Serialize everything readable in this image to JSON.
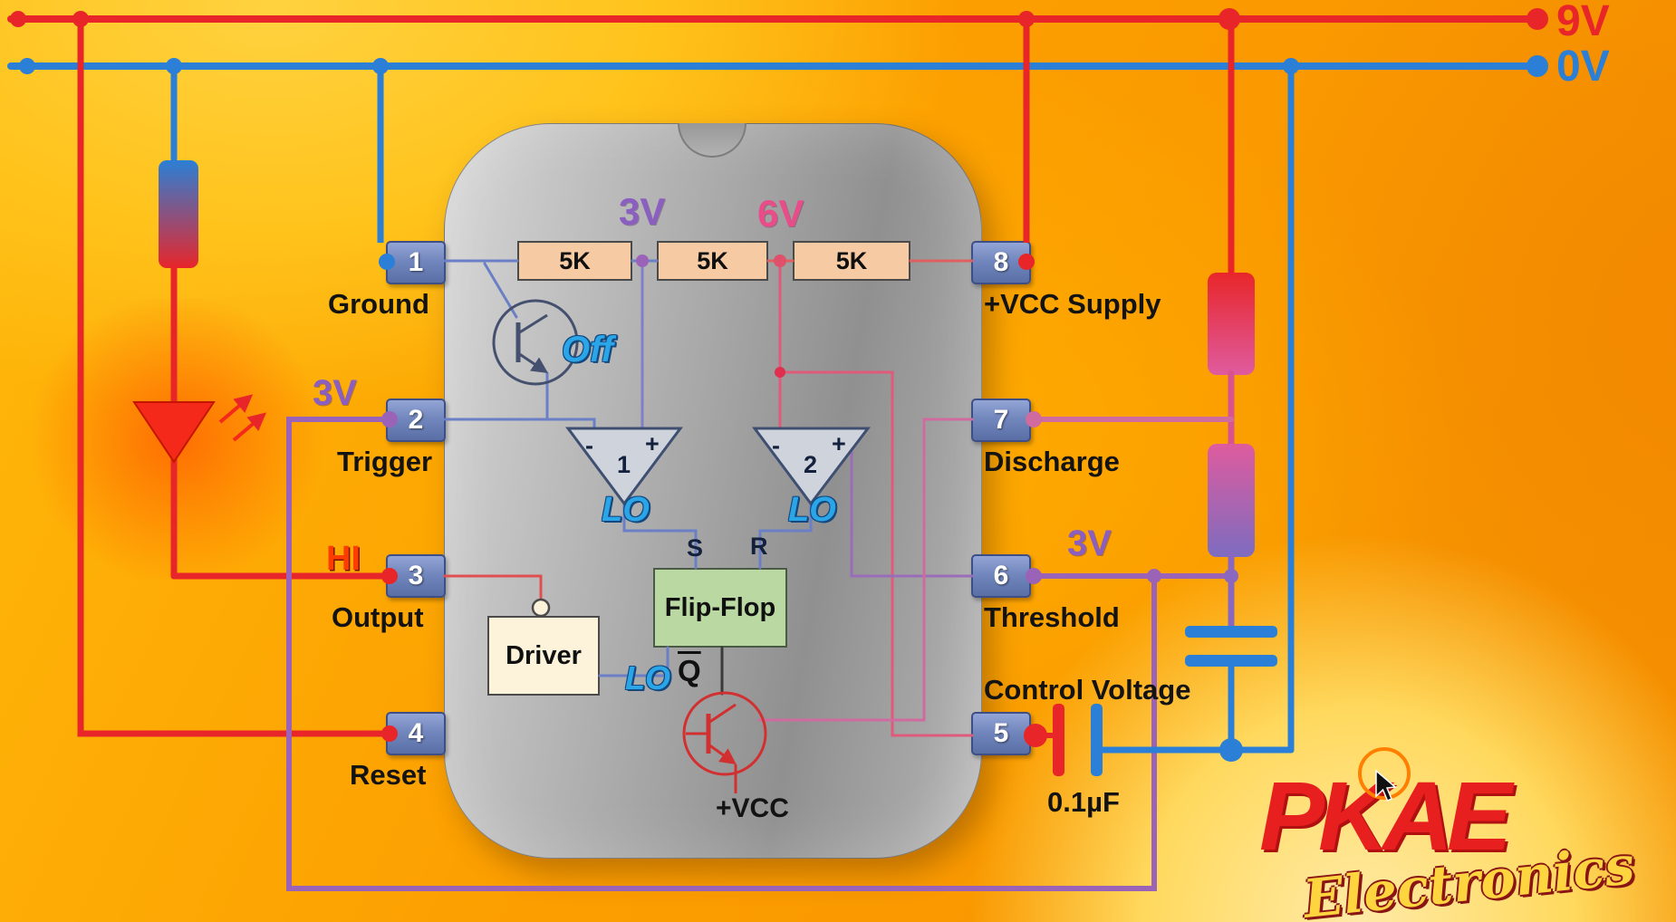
{
  "rails": {
    "top": "9V",
    "bottom": "0V"
  },
  "pins": {
    "left": [
      {
        "number": "1",
        "name": "Ground"
      },
      {
        "number": "2",
        "name": "Trigger",
        "annotation": "3V"
      },
      {
        "number": "3",
        "name": "Output",
        "annotation": "HI"
      },
      {
        "number": "4",
        "name": "Reset"
      }
    ],
    "right": [
      {
        "number": "8",
        "name": "+VCC Supply"
      },
      {
        "number": "7",
        "name": "Discharge"
      },
      {
        "number": "6",
        "name": "Threshold",
        "annotation": "3V"
      },
      {
        "number": "5",
        "name": "Control Voltage"
      }
    ]
  },
  "ic": {
    "resistors": [
      "5K",
      "5K",
      "5K"
    ],
    "node_3v": "3V",
    "node_6v": "6V",
    "transistor_top_state": "Off",
    "comparators": [
      {
        "number": "1",
        "minus": "-",
        "plus": "+",
        "output_state": "LO"
      },
      {
        "number": "2",
        "minus": "-",
        "plus": "+",
        "output_state": "LO"
      }
    ],
    "flip_flop": {
      "label": "Flip-Flop",
      "set": "S",
      "reset": "R"
    },
    "driver": {
      "label": "Driver"
    },
    "q_bar": {
      "state": "LO",
      "label": "Q"
    },
    "vcc_label": "+VCC"
  },
  "external": {
    "control_cap_label": "0.1µF"
  },
  "logo": {
    "brand": "PKAE",
    "sub": "Electronics"
  },
  "colors": {
    "wire_red": "#e8262a",
    "wire_blue": "#2b7fd6",
    "wire_purple": "#9a63b8",
    "wire_pink": "#cf6b9e",
    "background_orange": "#fc9e00",
    "ic_gray": "#a8a8a8"
  }
}
